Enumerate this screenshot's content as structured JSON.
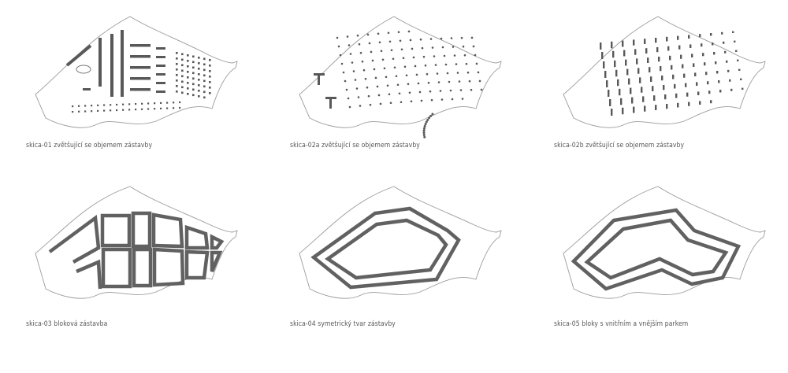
{
  "panels": [
    {
      "caption": "skica-01 zvětšující se objemem zástavby"
    },
    {
      "caption": "skica-02a zvětšující se objemem zástavby"
    },
    {
      "caption": "skica-02b zvětšující se objemem zástavby"
    },
    {
      "caption": "skica-03 bloková zástavba"
    },
    {
      "caption": "skica-04 symetrický tvar zástavby"
    },
    {
      "caption": "skica-05 bloky s vnitřním a vnějším parkem"
    }
  ],
  "colors": {
    "outline": "#9a9a9a",
    "marks": "#585858",
    "caption": "#555555"
  }
}
